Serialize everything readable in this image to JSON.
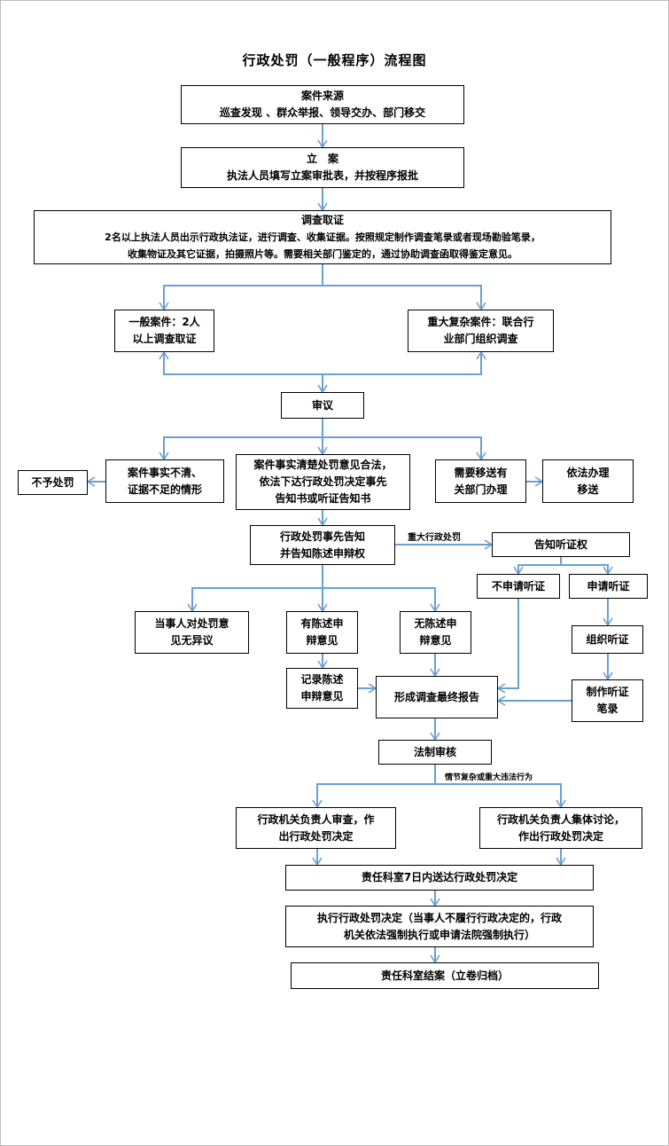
{
  "title": "行政处罚（一般程序）流程图",
  "colors": {
    "arrow": "#6a9fd4",
    "box_border": "#000000"
  },
  "nodes": {
    "source": {
      "lines": [
        "案件来源",
        "巡查发现 、群众举报、领导交办、部门移交"
      ]
    },
    "filing": {
      "lines": [
        "立　案",
        "执法人员填写立案审批表，并按程序报批"
      ]
    },
    "investigation": {
      "lines": [
        "调查取证",
        "2名以上执法人员出示行政执法证，进行调查、收集证据。按照规定制作调查笔录或者现场勘验笔录，",
        "收集物证及其它证据，拍摄照片等。需要相关部门鉴定的，通过协助调查函取得鉴定意见。"
      ]
    },
    "general_case": {
      "lines": [
        "一般案件：2人",
        "以上调查取证"
      ]
    },
    "major_case": {
      "lines": [
        "重大复杂案件：联合行",
        "业部门组织调查"
      ]
    },
    "review": {
      "lines": [
        "审议"
      ]
    },
    "no_penalty": {
      "lines": [
        "不予处罚"
      ]
    },
    "unclear": {
      "lines": [
        "案件事实不清、",
        "证据不足的情形"
      ]
    },
    "clear": {
      "lines": [
        "案件事实清楚处罚意见合法，",
        "依法下达行政处罚决定事先",
        "告知书或听证告知书"
      ]
    },
    "transfer": {
      "lines": [
        "需要移送有",
        "关部门办理"
      ]
    },
    "transfer_do": {
      "lines": [
        "依法办理",
        "移送"
      ]
    },
    "prior_notice": {
      "lines": [
        "行政处罚事先告知",
        "并告知陈述申辩权"
      ]
    },
    "hearing_right": {
      "lines": [
        "告知听证权"
      ]
    },
    "no_hearing": {
      "lines": [
        "不申请听证"
      ]
    },
    "apply_hearing": {
      "lines": [
        "申请听证"
      ]
    },
    "no_objection": {
      "lines": [
        "当事人对处罚意",
        "见无异议"
      ]
    },
    "has_defense": {
      "lines": [
        "有陈述申",
        "辩意见"
      ]
    },
    "no_defense": {
      "lines": [
        "无陈述申",
        "辩意见"
      ]
    },
    "organize": {
      "lines": [
        "组织听证"
      ]
    },
    "record_defense": {
      "lines": [
        "记录陈述",
        "申辩意见"
      ]
    },
    "final_report": {
      "lines": [
        "形成调查最终报告"
      ]
    },
    "hearing_record": {
      "lines": [
        "制作听证",
        "笔录"
      ]
    },
    "legal_review": {
      "lines": [
        "法制审核"
      ]
    },
    "head_review": {
      "lines": [
        "行政机关负责人审查，作",
        "出行政处罚决定"
      ]
    },
    "collective": {
      "lines": [
        "行政机关负责人集体讨论，",
        "作出行政处罚决定"
      ]
    },
    "deliver": {
      "lines": [
        "责任科室7日内送达行政处罚决定"
      ]
    },
    "execute": {
      "lines": [
        "执行行政处罚决定（当事人不履行行政决定的，行政",
        "机关依法强制执行或申请法院强制执行）"
      ]
    },
    "close": {
      "lines": [
        "责任科室结案（立卷归档）"
      ]
    }
  },
  "edge_labels": {
    "major_penalty": "重大行政处罚",
    "complex_case": "情节复杂或重大违法行为"
  }
}
